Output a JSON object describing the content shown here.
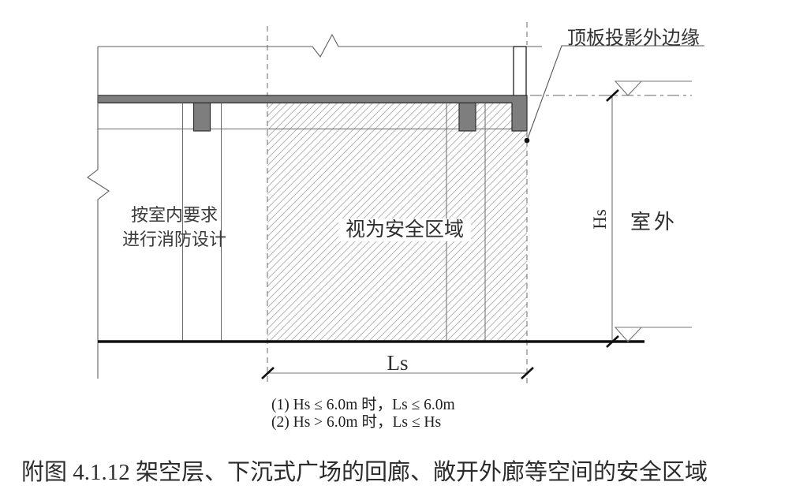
{
  "figure": {
    "caption": "附图 4.1.12  架空层、下沉式广场的回廊、敞开外廊等空间的安全区域",
    "labels": {
      "roof_edge": "顶板投影外边缘",
      "indoor_line1": "按室内要求",
      "indoor_line2": "进行消防设计",
      "safe_zone": "视为安全区域",
      "outdoor": "室外",
      "dim_height": "Hs",
      "dim_length": "Ls"
    },
    "notes": [
      "(1) Hs ≤ 6.0m 时，Ls ≤ 6.0m",
      "(2) Hs > 6.0m 时，Ls ≤ Hs"
    ],
    "colors": {
      "slab_fill": "#7e7e7e",
      "outline": "#2e2e2e",
      "thin_line": "#6a6a6a",
      "hatch_line": "#b5b5b5",
      "ground_line": "#111111",
      "text": "#2b2b2b"
    }
  }
}
